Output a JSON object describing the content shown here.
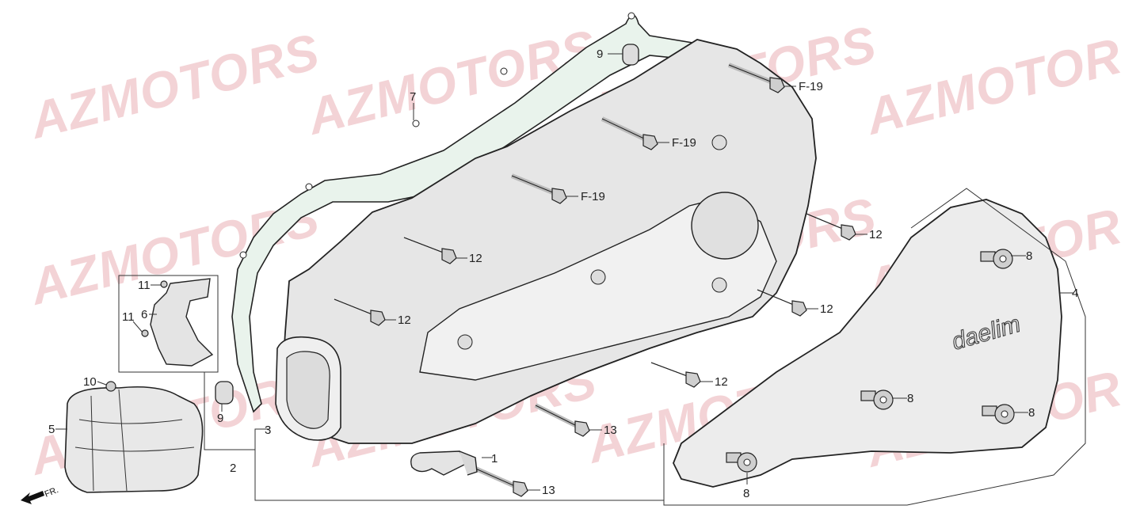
{
  "watermark": {
    "text": "AZMOTORS"
  },
  "brand_logo": "daelim",
  "direction": {
    "text": "FR."
  },
  "callouts": {
    "c1": "1",
    "c2": "2",
    "c3": "3",
    "c4": "4",
    "c5": "5",
    "c6": "6",
    "c7": "7",
    "c8a": "8",
    "c8b": "8",
    "c8c": "8",
    "c8d": "8",
    "c9a": "9",
    "c9b": "9",
    "c10": "10",
    "c11a": "11",
    "c11b": "11",
    "c12a": "12",
    "c12b": "12",
    "c12c": "12",
    "c12d": "12",
    "c12e": "12",
    "c13a": "13",
    "c13b": "13",
    "f19a": "F-19",
    "f19b": "F-19",
    "f19c": "F-19"
  }
}
